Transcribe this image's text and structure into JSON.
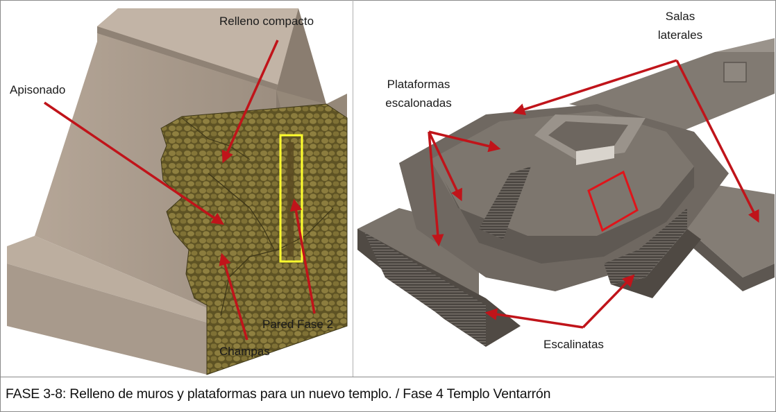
{
  "labels": {
    "relleno_compacto": "Relleno compacto",
    "apisonado": "Apisonado",
    "pared_fase_2": "Pared Fase 2",
    "champas": "Champas",
    "salas_laterales": "Salas\nlaterales",
    "plataformas_escalonadas": "Plataformas\nescalonadas",
    "escalinatas": "Escalinatas"
  },
  "caption": "FASE 3-8: Relleno de muros y plataformas para un nuevo templo. / Fase 4 Templo Ventarrón",
  "colors": {
    "arrow": "#c0141a",
    "highlight_yellow": "#ffff2e",
    "highlight_red": "#e0141a",
    "wall_stone": "#a89a8c",
    "fill_cobble": "#6b6029",
    "temple_stone": "#6e6760"
  }
}
